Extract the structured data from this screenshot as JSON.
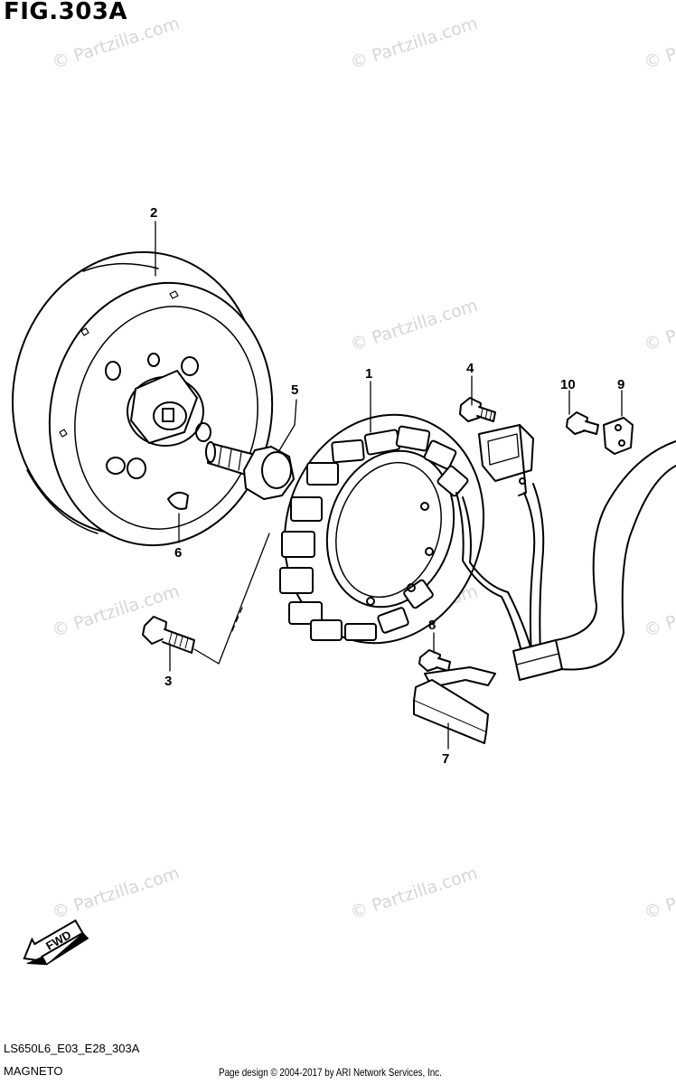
{
  "figure_title": "FIG.303A",
  "watermark_text": "© Partzilla.com",
  "callouts": {
    "c1": "1",
    "c2": "2",
    "c3": "3",
    "c4": "4",
    "c5": "5",
    "c6": "6",
    "c7": "7",
    "c8": "8",
    "c9": "9",
    "c10": "10"
  },
  "fwd_label": "FWD",
  "model_code": "LS650L6_E03_E28_303A",
  "section_name": "MAGNETO",
  "copyright": "Page design © 2004-2017 by ARI Network Services, Inc."
}
